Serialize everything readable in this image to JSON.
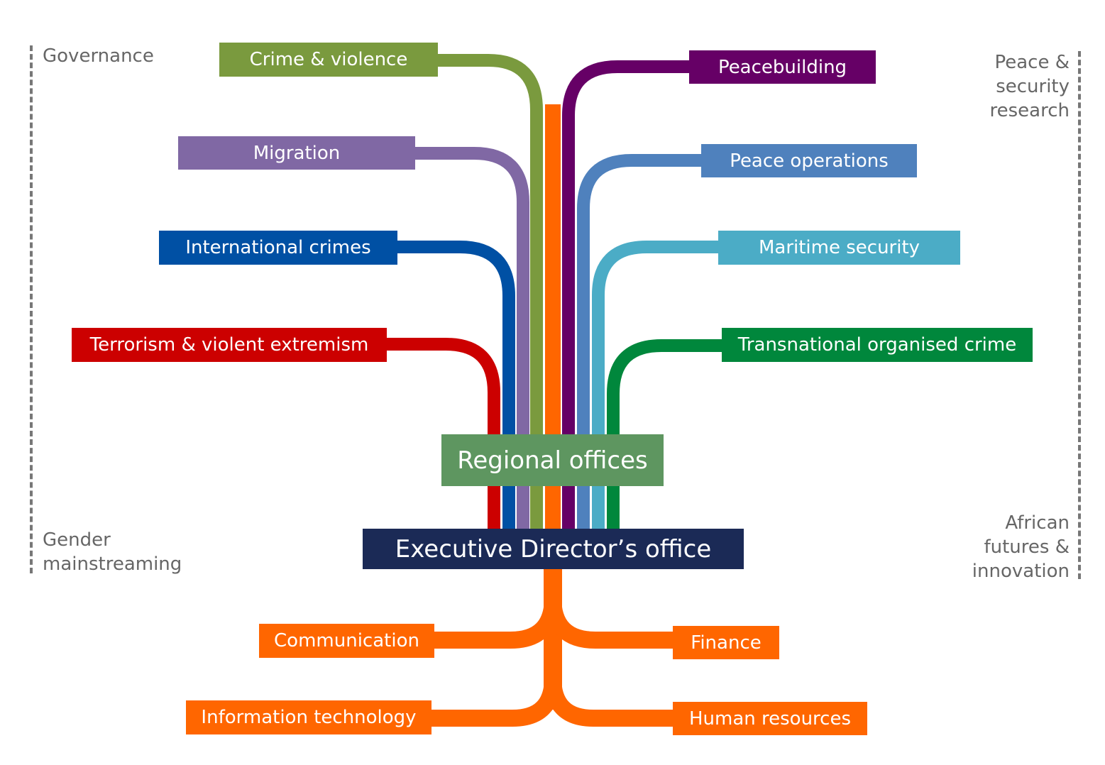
{
  "colors": {
    "crime_violence": "#7a9a3e",
    "migration": "#8068a4",
    "international_crimes": "#0050a4",
    "terrorism": "#cc0000",
    "peacebuilding": "#660066",
    "peace_operations": "#4f81bd",
    "maritime_security": "#4bacc6",
    "transnational_crime": "#00873c",
    "trunk": "#ff6600",
    "regional_offices": "#5e9660",
    "executive": "#1b2a56",
    "support": "#ff6600",
    "side_text": "#666666"
  },
  "side_labels": {
    "governance": "Governance",
    "gender_line1": "Gender",
    "gender_line2": "mainstreaming",
    "peace_line1": "Peace &",
    "peace_line2": "security",
    "peace_line3": "research",
    "african_line1": "African",
    "african_line2": "futures &",
    "african_line3": "innovation"
  },
  "programmes": {
    "crime_violence": "Crime & violence",
    "migration": "Migration",
    "international_crimes": "International crimes",
    "terrorism": "Terrorism & violent extremism",
    "peacebuilding": "Peacebuilding",
    "peace_operations": "Peace operations",
    "maritime_security": "Maritime security",
    "transnational_crime": "Transnational organised crime"
  },
  "hubs": {
    "regional_offices": "Regional offices",
    "executive": "Executive Director’s office"
  },
  "support": {
    "communication": "Communication",
    "information_technology": "Information technology",
    "finance": "Finance",
    "human_resources": "Human resources"
  }
}
